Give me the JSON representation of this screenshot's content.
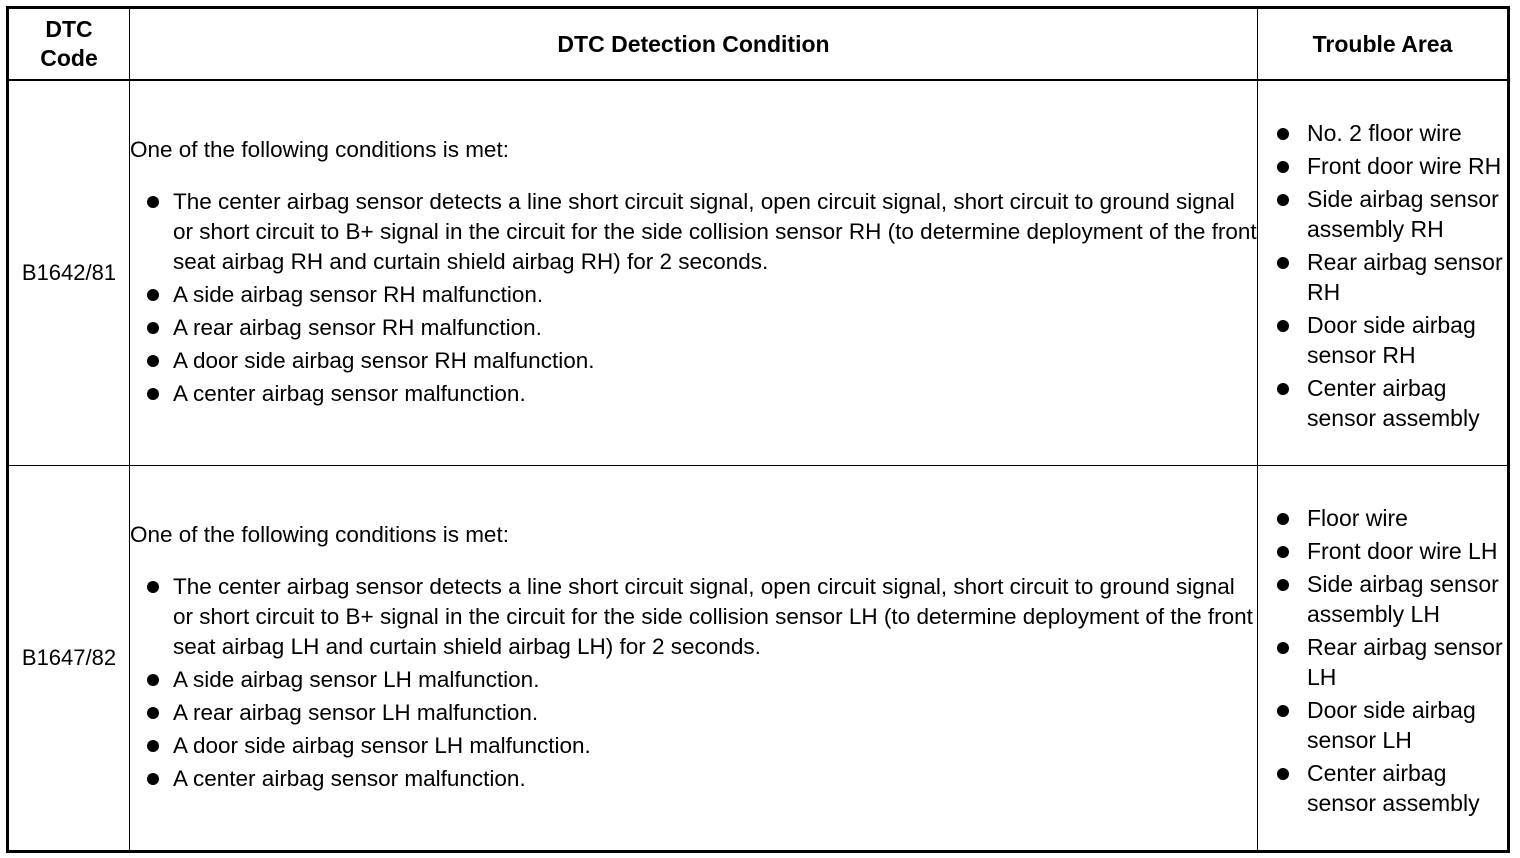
{
  "header": {
    "code_line1": "DTC",
    "code_line2": "Code",
    "condition": "DTC Detection Condition",
    "area": "Trouble Area"
  },
  "rows": [
    {
      "code": "B1642/81",
      "intro": "One of the following conditions is met:",
      "conditions": [
        "The center airbag sensor detects a line short circuit signal, open circuit signal, short circuit to ground signal or short circuit to B+ signal in the circuit for the side collision sensor RH (to determine deployment of the front seat airbag RH and curtain shield airbag RH) for 2 seconds.",
        "A side airbag sensor RH malfunction.",
        "A rear airbag sensor RH malfunction.",
        "A door side airbag sensor RH malfunction.",
        "A center airbag sensor malfunction."
      ],
      "areas": [
        "No. 2 floor wire",
        "Front door wire RH",
        "Side airbag sensor assembly RH",
        "Rear airbag sensor RH",
        "Door side airbag sensor RH",
        "Center airbag sensor assembly"
      ]
    },
    {
      "code": "B1647/82",
      "intro": "One of the following conditions is met:",
      "conditions": [
        "The center airbag sensor detects a line short circuit signal, open circuit signal, short circuit to ground signal or short circuit to B+ signal in the circuit for the side collision sensor LH (to determine deployment of the front seat airbag LH and curtain shield airbag LH) for 2 seconds.",
        "A side airbag sensor LH malfunction.",
        "A rear airbag sensor LH malfunction.",
        "A door side airbag sensor LH malfunction.",
        "A center airbag sensor malfunction."
      ],
      "areas": [
        "Floor wire",
        "Front door wire LH",
        "Side airbag sensor assembly LH",
        "Rear airbag sensor LH",
        "Door side airbag sensor LH",
        "Center airbag sensor assembly"
      ]
    }
  ]
}
